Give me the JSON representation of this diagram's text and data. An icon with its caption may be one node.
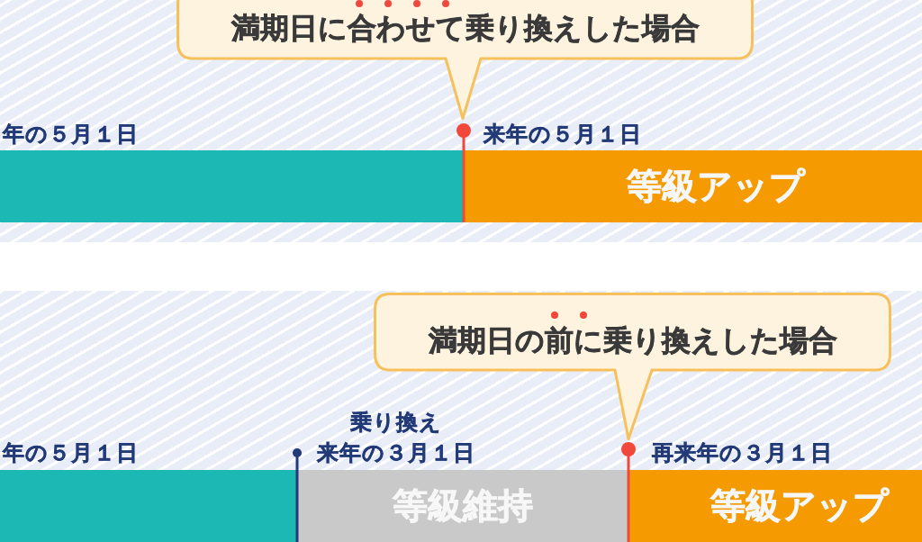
{
  "diagram": {
    "nodes": [
      {
        "text": [
          "満期日に合わせて乗り換えした場合"
        ]
      },
      {
        "text": [],
        "shape": "bar",
        "beside": [
          "年の５月１日"
        ]
      },
      {
        "text": [
          "等級アップ"
        ],
        "beside": [
          "来年の５月１日"
        ]
      },
      {
        "text": [
          "満期日の前に乗り換えした場合"
        ]
      },
      {
        "text": [],
        "shape": "bar",
        "beside": [
          "年の５月１日"
        ]
      },
      {
        "text": [
          "等級維持"
        ],
        "beside": [
          "乗り換え",
          "来年の３月１日"
        ]
      },
      {
        "text": [
          "等級アップ"
        ],
        "beside": [
          "再来年の３月１日"
        ]
      }
    ]
  }
}
